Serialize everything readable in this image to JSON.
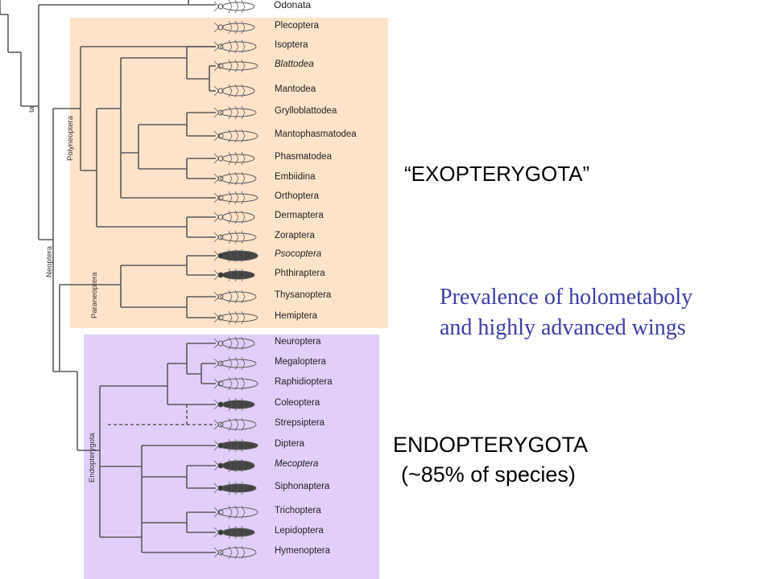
{
  "colors": {
    "exo_box": "#fde3c9",
    "endo_box": "#e1cff9",
    "tree_line": "#5a5a5a",
    "note_text": "#3c3ca8",
    "insect": "#5a5a5a"
  },
  "tree": {
    "top_taxon": "Odonata",
    "top_left_label": "ta",
    "group_labels": {
      "neoptera": "Neoptera",
      "polyneoptera": "Polyneoptera",
      "paraneoptera": "Paraneoptera",
      "endopterygota": "Endopterygota"
    },
    "taxa": [
      {
        "name": "Plecoptera",
        "italic": false
      },
      {
        "name": "Isoptera",
        "italic": false
      },
      {
        "name": "Blattodea",
        "italic": true
      },
      {
        "name": "Mantodea",
        "italic": false
      },
      {
        "name": "Grylloblattodea",
        "italic": false
      },
      {
        "name": "Mantophasmatodea",
        "italic": false
      },
      {
        "name": "Phasmatodea",
        "italic": false
      },
      {
        "name": "Embiidina",
        "italic": false
      },
      {
        "name": "Orthoptera",
        "italic": false
      },
      {
        "name": "Dermaptera",
        "italic": false
      },
      {
        "name": "Zoraptera",
        "italic": false
      },
      {
        "name": "Psocoptera",
        "italic": true
      },
      {
        "name": "Phthiraptera",
        "italic": false
      },
      {
        "name": "Thysanoptera",
        "italic": false
      },
      {
        "name": "Hemiptera",
        "italic": false
      },
      {
        "name": "Neuroptera",
        "italic": false
      },
      {
        "name": "Megaloptera",
        "italic": false
      },
      {
        "name": "Raphidioptera",
        "italic": false
      },
      {
        "name": "Coleoptera",
        "italic": false
      },
      {
        "name": "Strepsiptera",
        "italic": false
      },
      {
        "name": "Diptera",
        "italic": false
      },
      {
        "name": "Mecoptera",
        "italic": true
      },
      {
        "name": "Siphonaptera",
        "italic": false
      },
      {
        "name": "Trichoptera",
        "italic": false
      },
      {
        "name": "Lepidoptera",
        "italic": false
      },
      {
        "name": "Hymenoptera",
        "italic": false
      }
    ]
  },
  "annotations": {
    "exopterygota": "“EXOPTERYGOTA”",
    "note_line1": "Prevalence of holometaboly",
    "note_line2": "and highly advanced wings",
    "endo_title": "ENDOPTERYGOTA",
    "endo_sub": "(~85% of species)"
  }
}
